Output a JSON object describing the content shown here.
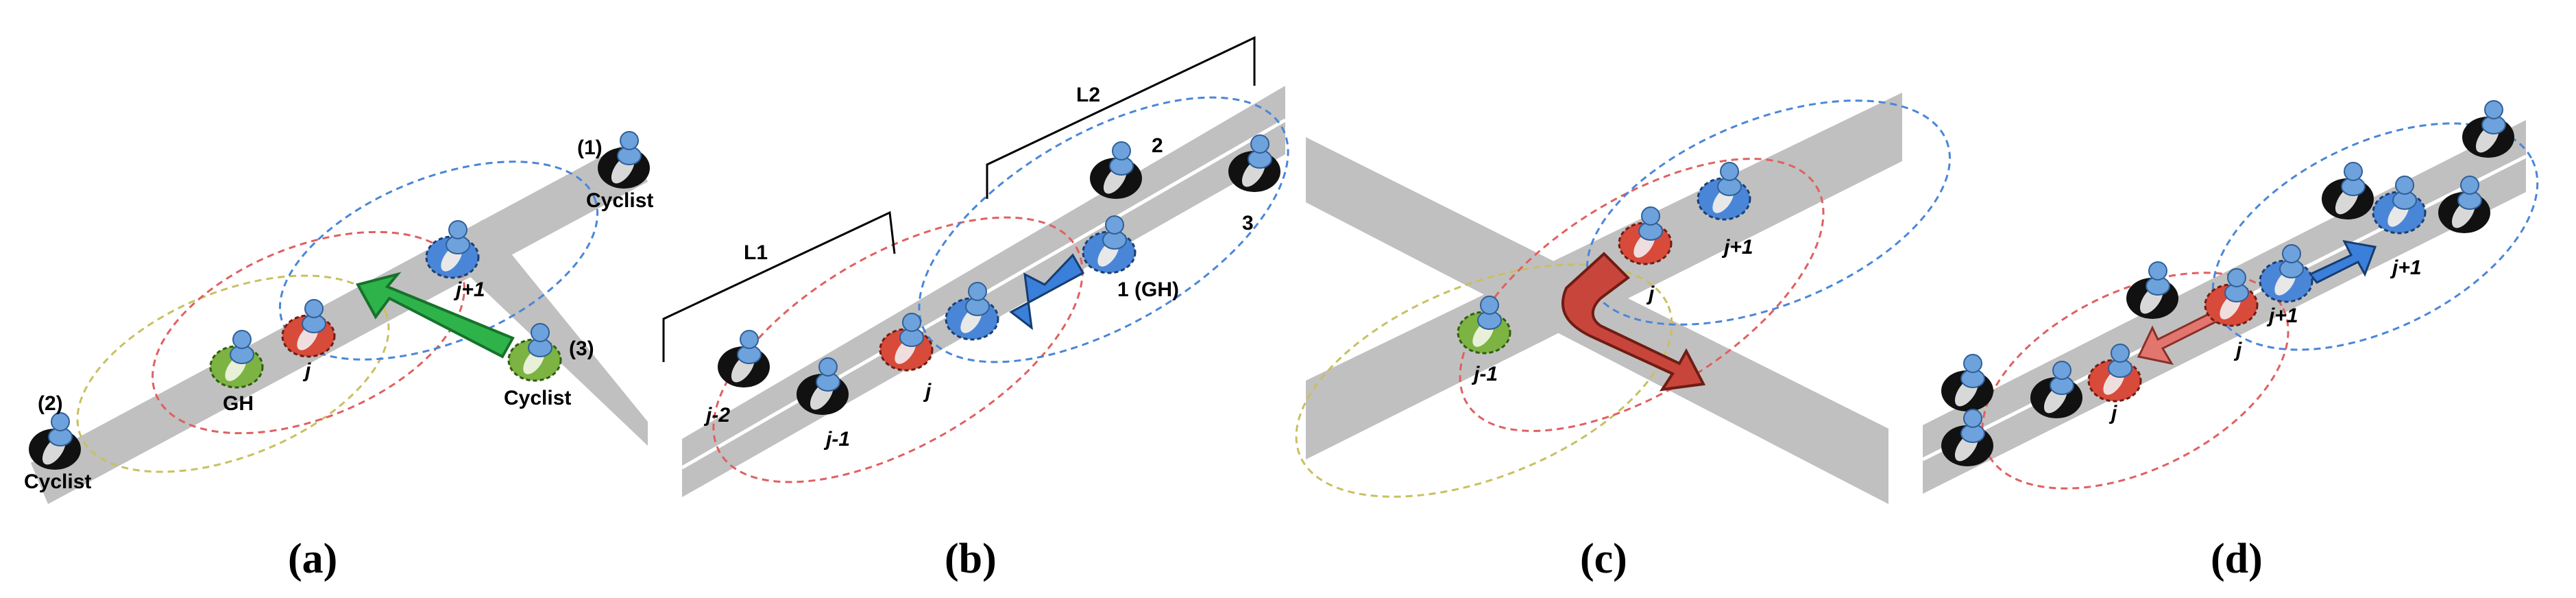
{
  "panels": [
    {
      "caption": "(a)",
      "labels": {
        "cyclist_1_num": "(1)",
        "cyclist_1": "Cyclist",
        "cyclist_2_num": "(2)",
        "cyclist_2": "Cyclist",
        "cyclist_3_num": "(3)",
        "cyclist_3": "Cyclist",
        "gh": "GH",
        "j": "j",
        "j_plus_1": "j+1"
      }
    },
    {
      "caption": "(b)",
      "labels": {
        "l1": "L1",
        "l2": "L2",
        "j_minus_2": "j-2",
        "j_minus_1": "j-1",
        "j": "j",
        "gh_rider": "1 (GH)",
        "rider_2": "2",
        "rider_3": "3"
      }
    },
    {
      "caption": "(c)",
      "labels": {
        "j_minus_1": "j-1",
        "j": "j",
        "j_plus_1": "j+1"
      }
    },
    {
      "caption": "(d)",
      "labels": {
        "j_left": "j",
        "j_center": "j",
        "j_plus_1_left": "j+1",
        "j_plus_1_right": "j+1"
      }
    }
  ],
  "colors": {
    "road": "#c0c0c0",
    "lane_line": "#ffffff",
    "range_red": "#e06060",
    "range_blue": "#4a86d8",
    "range_olive": "#c8c060",
    "gh_green": "#70b040",
    "arrow_green": "#2eb34a",
    "arrow_blue": "#3a7fd9",
    "arrow_red": "#c8453c",
    "arrow_pink": "#e2766e",
    "rider_blue": "#5a9ae0",
    "rider_red": "#d84a3a",
    "rider_black": "#111111"
  }
}
